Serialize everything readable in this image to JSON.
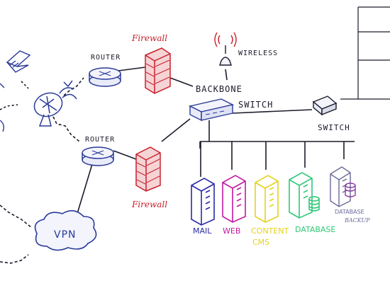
{
  "labels": {
    "router_top": "ROUTER",
    "router_bottom": "ROUTER",
    "firewall_top": "Firewall",
    "firewall_bottom": "Firewall",
    "wireless": "WIRELESS",
    "backbone_line1": "BACKBONE",
    "backbone_line2": "SWITCH",
    "switch": "SWITCH",
    "vpn": "VPN",
    "mail": "MAIL",
    "web": "WEB",
    "content_line1": "CONTENT",
    "content_line2": "CMS",
    "database": "DATABASE",
    "db_backup_line1": "DATABASE",
    "db_backup_line2": "BACKUP"
  },
  "colors": {
    "ink": "#1b1b2a",
    "router": "#2a3a9a",
    "firewall": "#c8202c",
    "mail": "#2a2aa8",
    "web": "#c01aa0",
    "content": "#e6d21a",
    "database": "#30c878",
    "backup": "#6a6a9a",
    "vpn": "#2a3a9a"
  }
}
